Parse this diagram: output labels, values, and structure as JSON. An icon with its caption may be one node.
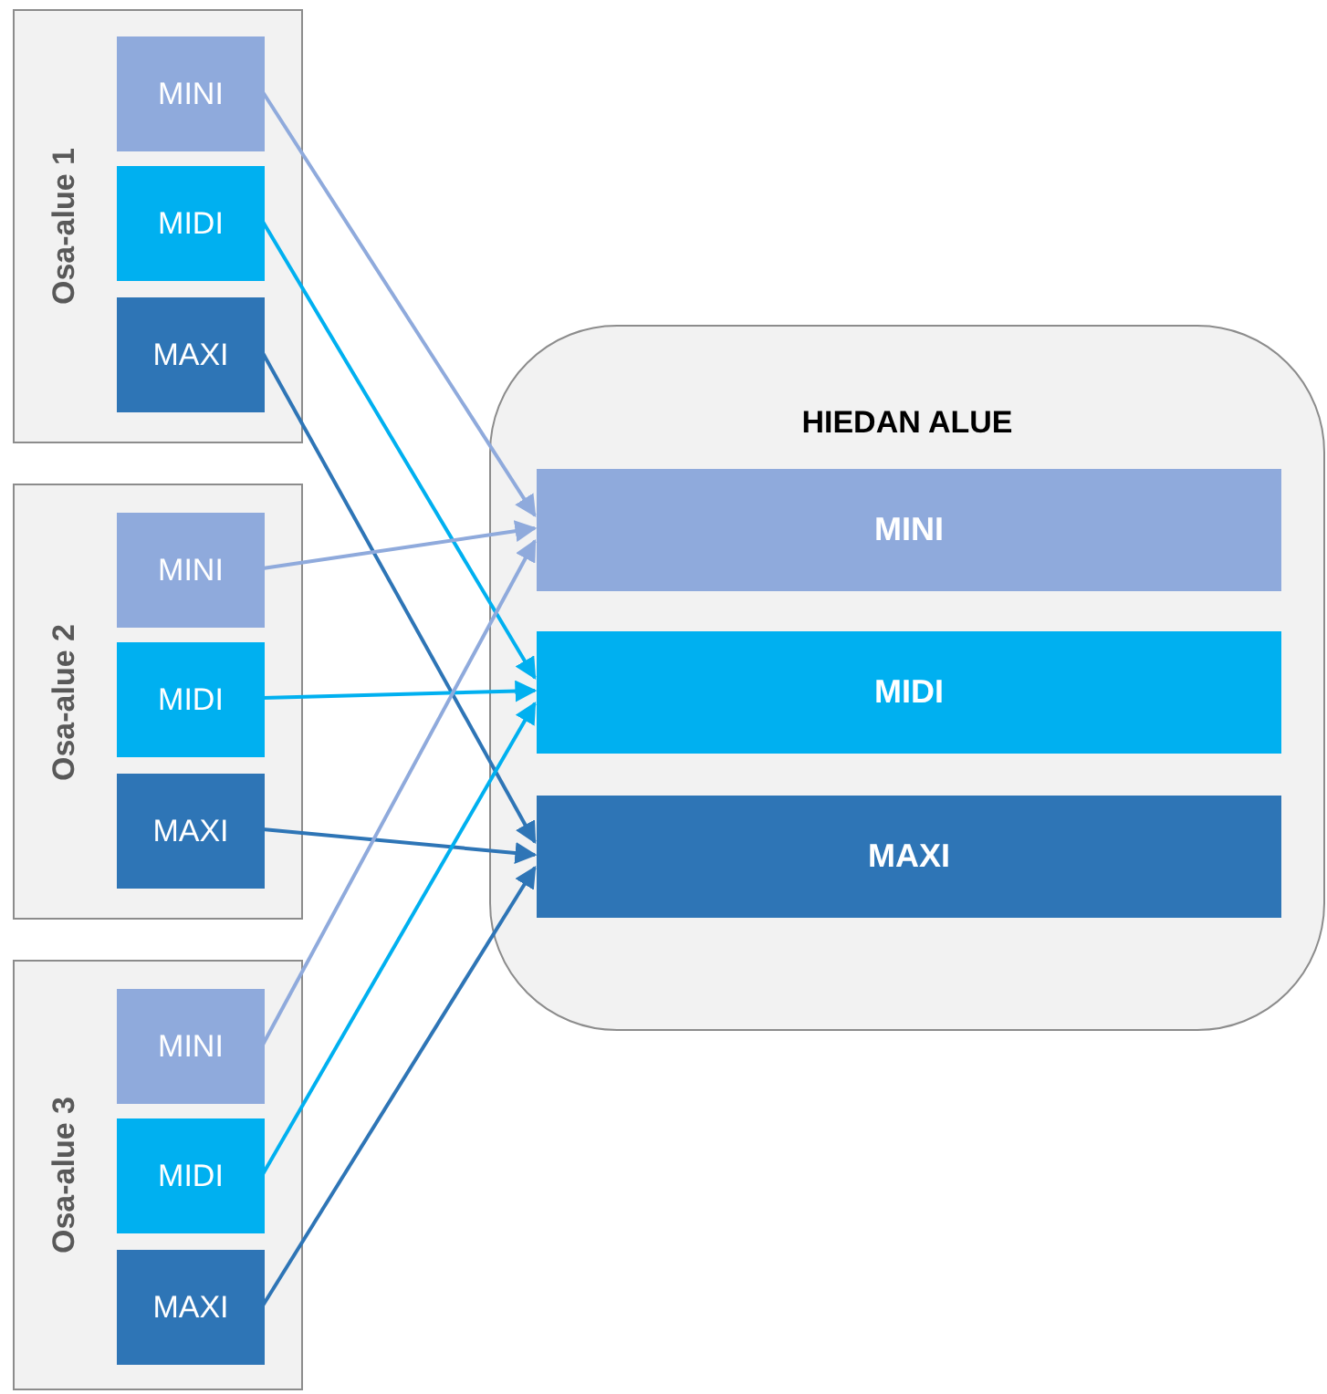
{
  "diagram": {
    "nodes": [
      {
        "text": [
          "Osa-alue 1"
        ]
      },
      {
        "text": [
          "MINI"
        ],
        "in": 0
      },
      {
        "text": [
          "MIDI"
        ],
        "in": 0
      },
      {
        "text": [
          "MAXI"
        ],
        "in": 0
      },
      {
        "text": [
          "Osa-alue 2"
        ]
      },
      {
        "text": [
          "MINI"
        ],
        "in": 4
      },
      {
        "text": [
          "MIDI"
        ],
        "in": 4
      },
      {
        "text": [
          "MAXI"
        ],
        "in": 4
      },
      {
        "text": [
          "Osa-alue 3"
        ]
      },
      {
        "text": [
          "MINI"
        ],
        "in": 8
      },
      {
        "text": [
          "MIDI"
        ],
        "in": 8
      },
      {
        "text": [
          "MAXI"
        ],
        "in": 8
      },
      {
        "text": [
          "HIEDAN ALUE"
        ]
      },
      {
        "text": [
          "MINI"
        ],
        "in": 12
      },
      {
        "text": [
          "MIDI"
        ],
        "in": 12
      },
      {
        "text": [
          "MAXI"
        ],
        "in": 12
      }
    ],
    "edges": [
      {
        "from": 1,
        "to": 13,
        "arrow": "to",
        "color": "#8faadc"
      },
      {
        "from": 2,
        "to": 14,
        "arrow": "to",
        "color": "#00b0f0"
      },
      {
        "from": 3,
        "to": 15,
        "arrow": "to",
        "color": "#2e75b6"
      },
      {
        "from": 5,
        "to": 13,
        "arrow": "to",
        "color": "#8faadc"
      },
      {
        "from": 6,
        "to": 14,
        "arrow": "to",
        "color": "#00b0f0"
      },
      {
        "from": 7,
        "to": 15,
        "arrow": "to",
        "color": "#2e75b6"
      },
      {
        "from": 9,
        "to": 13,
        "arrow": "to",
        "color": "#8faadc"
      },
      {
        "from": 10,
        "to": 14,
        "arrow": "to",
        "color": "#00b0f0"
      },
      {
        "from": 11,
        "to": 15,
        "arrow": "to",
        "color": "#2e75b6"
      }
    ]
  }
}
